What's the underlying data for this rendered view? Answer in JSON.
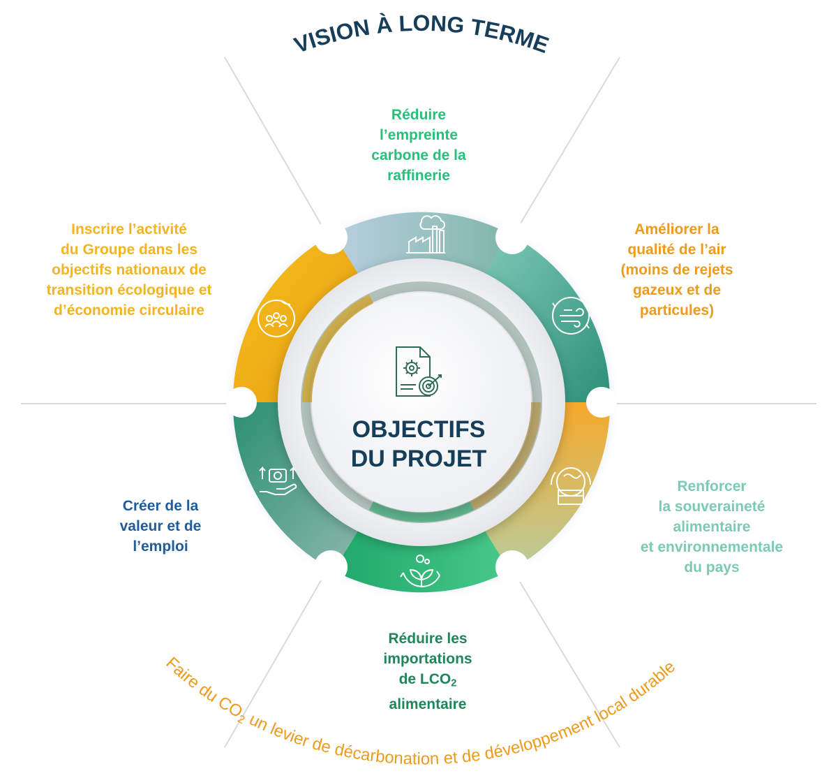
{
  "header": {
    "title": "VISION À LONG TERME"
  },
  "center": {
    "line1": "OBJECTIFS",
    "line2": "DU PROJET"
  },
  "objectives": {
    "top": {
      "lines": [
        "Réduire",
        "l’empreinte",
        "carbone de la",
        "raffinerie"
      ],
      "color": "#27c07a",
      "icon": "factory-co2-icon"
    },
    "upper_right": {
      "lines": [
        "Améliorer la",
        "qualité de l’air",
        "(moins de rejets",
        "gazeux et de",
        "particules)"
      ],
      "color": "#ee9a1d",
      "icon": "air-cycle-icon"
    },
    "lower_right": {
      "lines": [
        "Renforcer",
        "la souveraineté",
        "alimentaire",
        "et environnementale",
        "du pays"
      ],
      "color": "#7cc9b4",
      "icon": "globe-food-icon"
    },
    "bottom": {
      "line1": "Réduire les",
      "line2": "importations",
      "line3_prefix": "de LCO",
      "line3_sub": "2",
      "line4": "alimentaire",
      "color": "#1f8659",
      "icon": "plant-o2-icon"
    },
    "lower_left": {
      "lines": [
        "Créer de la",
        "valeur et de",
        "l’emploi"
      ],
      "color": "#1f5c9d",
      "icon": "hand-value-icon"
    },
    "upper_left": {
      "lines": [
        "Inscrire l’activité",
        "du Groupe dans les",
        "objectifs nationaux de",
        "transition écologique et",
        "d’économie circulaire"
      ],
      "color": "#f2b41f",
      "icon": "people-globe-icon"
    }
  },
  "footer": {
    "part1": "Faire du CO",
    "sub": "2",
    "part2": " un levier de décarbonation et de développement local durable"
  },
  "center_icon": "document-gear-target-icon",
  "colors": {
    "navy": "#163e5a",
    "orange": "#ee9a1d",
    "green": "#27c07a"
  }
}
